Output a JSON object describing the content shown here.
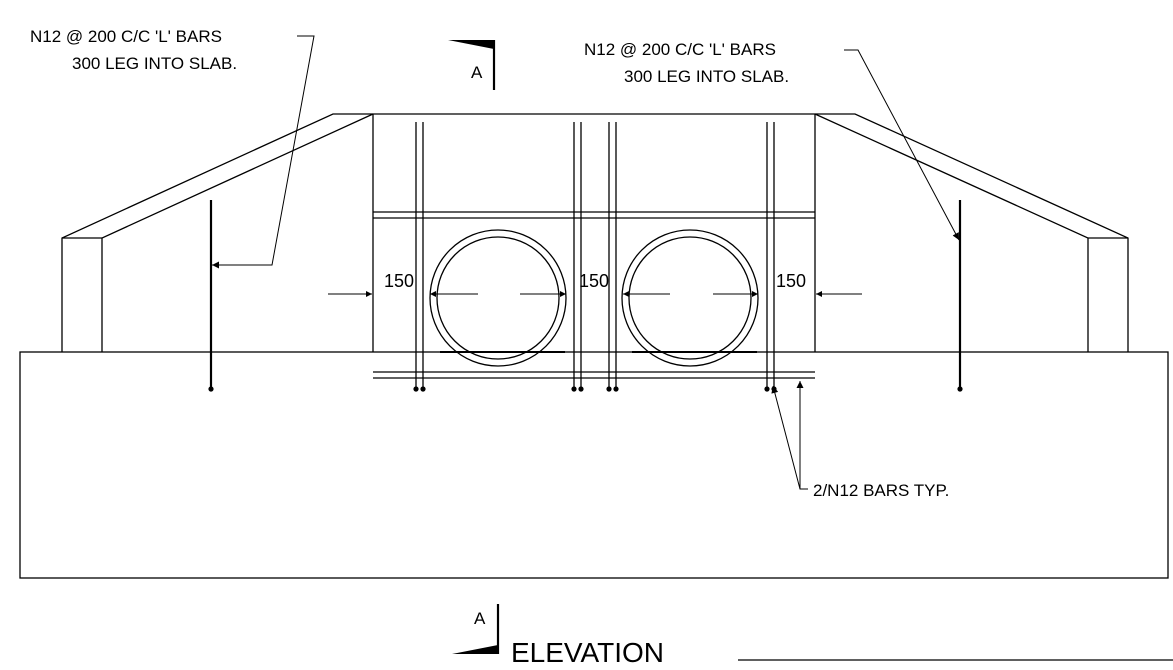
{
  "drawing": {
    "title": "ELEVATION",
    "section_marker": "A",
    "callout_left_line1": "N12 @ 200 C/C 'L' BARS",
    "callout_left_line2": "300 LEG INTO SLAB.",
    "callout_right_line1": "N12 @ 200 C/C 'L' BARS",
    "callout_right_line2": "300 LEG INTO SLAB.",
    "callout_bottom": "2/N12  BARS TYP.",
    "dim_left": "150",
    "dim_mid": "150",
    "dim_right": "150"
  },
  "colors": {
    "line": "#000000",
    "background": "#ffffff"
  }
}
